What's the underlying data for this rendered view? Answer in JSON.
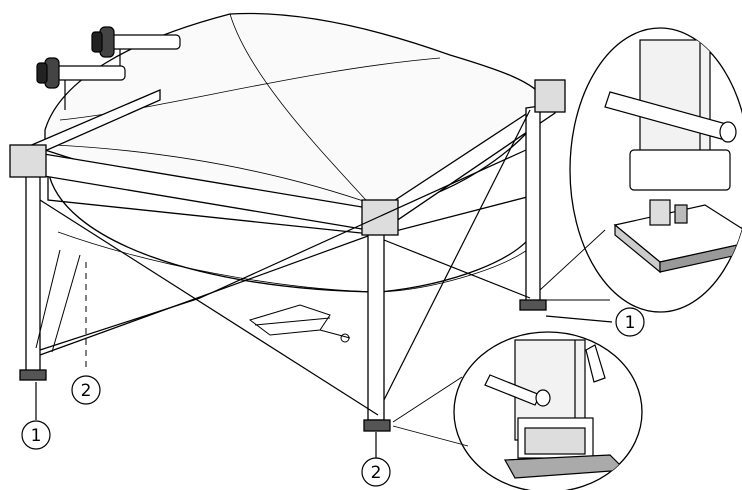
{
  "callouts": [
    {
      "label": "1"
    },
    {
      "label": "2"
    },
    {
      "label": "1"
    },
    {
      "label": "2"
    }
  ],
  "colors": {
    "line": "#000000",
    "background": "#ffffff",
    "shade": "#e6e6e6",
    "dark_shade": "#bdbdbd"
  }
}
